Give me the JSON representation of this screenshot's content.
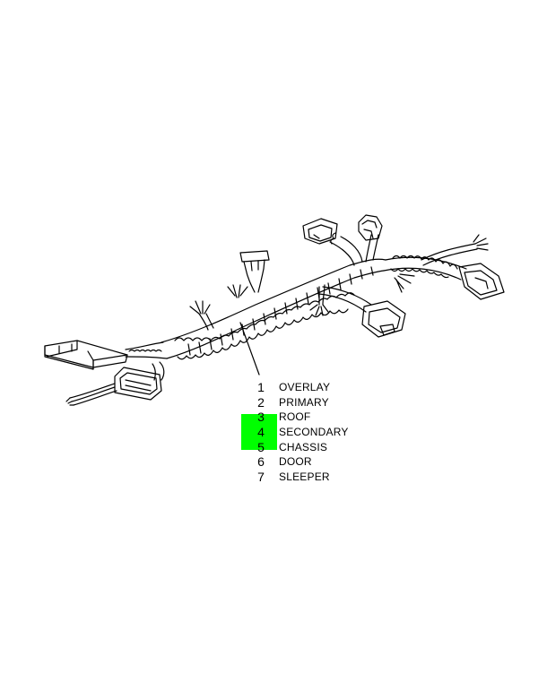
{
  "diagram": {
    "highlight_color": "#00ff00",
    "legend": [
      {
        "num": "1",
        "label": "OVERLAY"
      },
      {
        "num": "2",
        "label": "PRIMARY"
      },
      {
        "num": "3",
        "label": "ROOF"
      },
      {
        "num": "4",
        "label": "SECONDARY"
      },
      {
        "num": "5",
        "label": "CHASSIS"
      },
      {
        "num": "6",
        "label": "DOOR"
      },
      {
        "num": "7",
        "label": "SLEEPER"
      }
    ],
    "highlighted_items": [
      "3",
      "4",
      "5"
    ],
    "footer_left": "",
    "footer_right": ""
  }
}
